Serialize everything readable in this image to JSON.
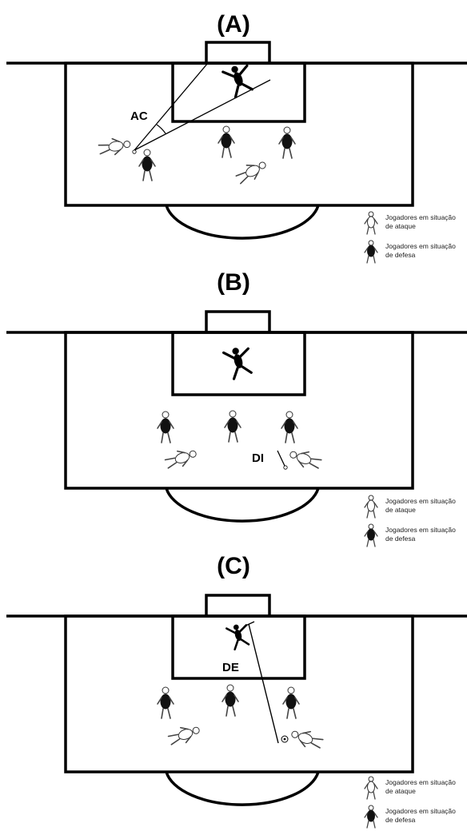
{
  "panels": [
    {
      "id": "A",
      "title": "(A)",
      "annotation": "AC"
    },
    {
      "id": "B",
      "title": "(B)",
      "annotation": "DI"
    },
    {
      "id": "C",
      "title": "(C)",
      "annotation": "DE"
    }
  ],
  "legend": {
    "attack": "Jogadores em situação de ataque",
    "defense": "Jogadores em situação de defesa"
  },
  "colors": {
    "line": "#000000",
    "attacker": "#ffffff",
    "defender": "#111111",
    "goalkeeper": "#000000"
  },
  "icons": {
    "attacker": "attacker-player-icon",
    "defender": "defender-player-icon",
    "goalkeeper": "goalkeeper-icon",
    "ball": "ball-icon"
  }
}
